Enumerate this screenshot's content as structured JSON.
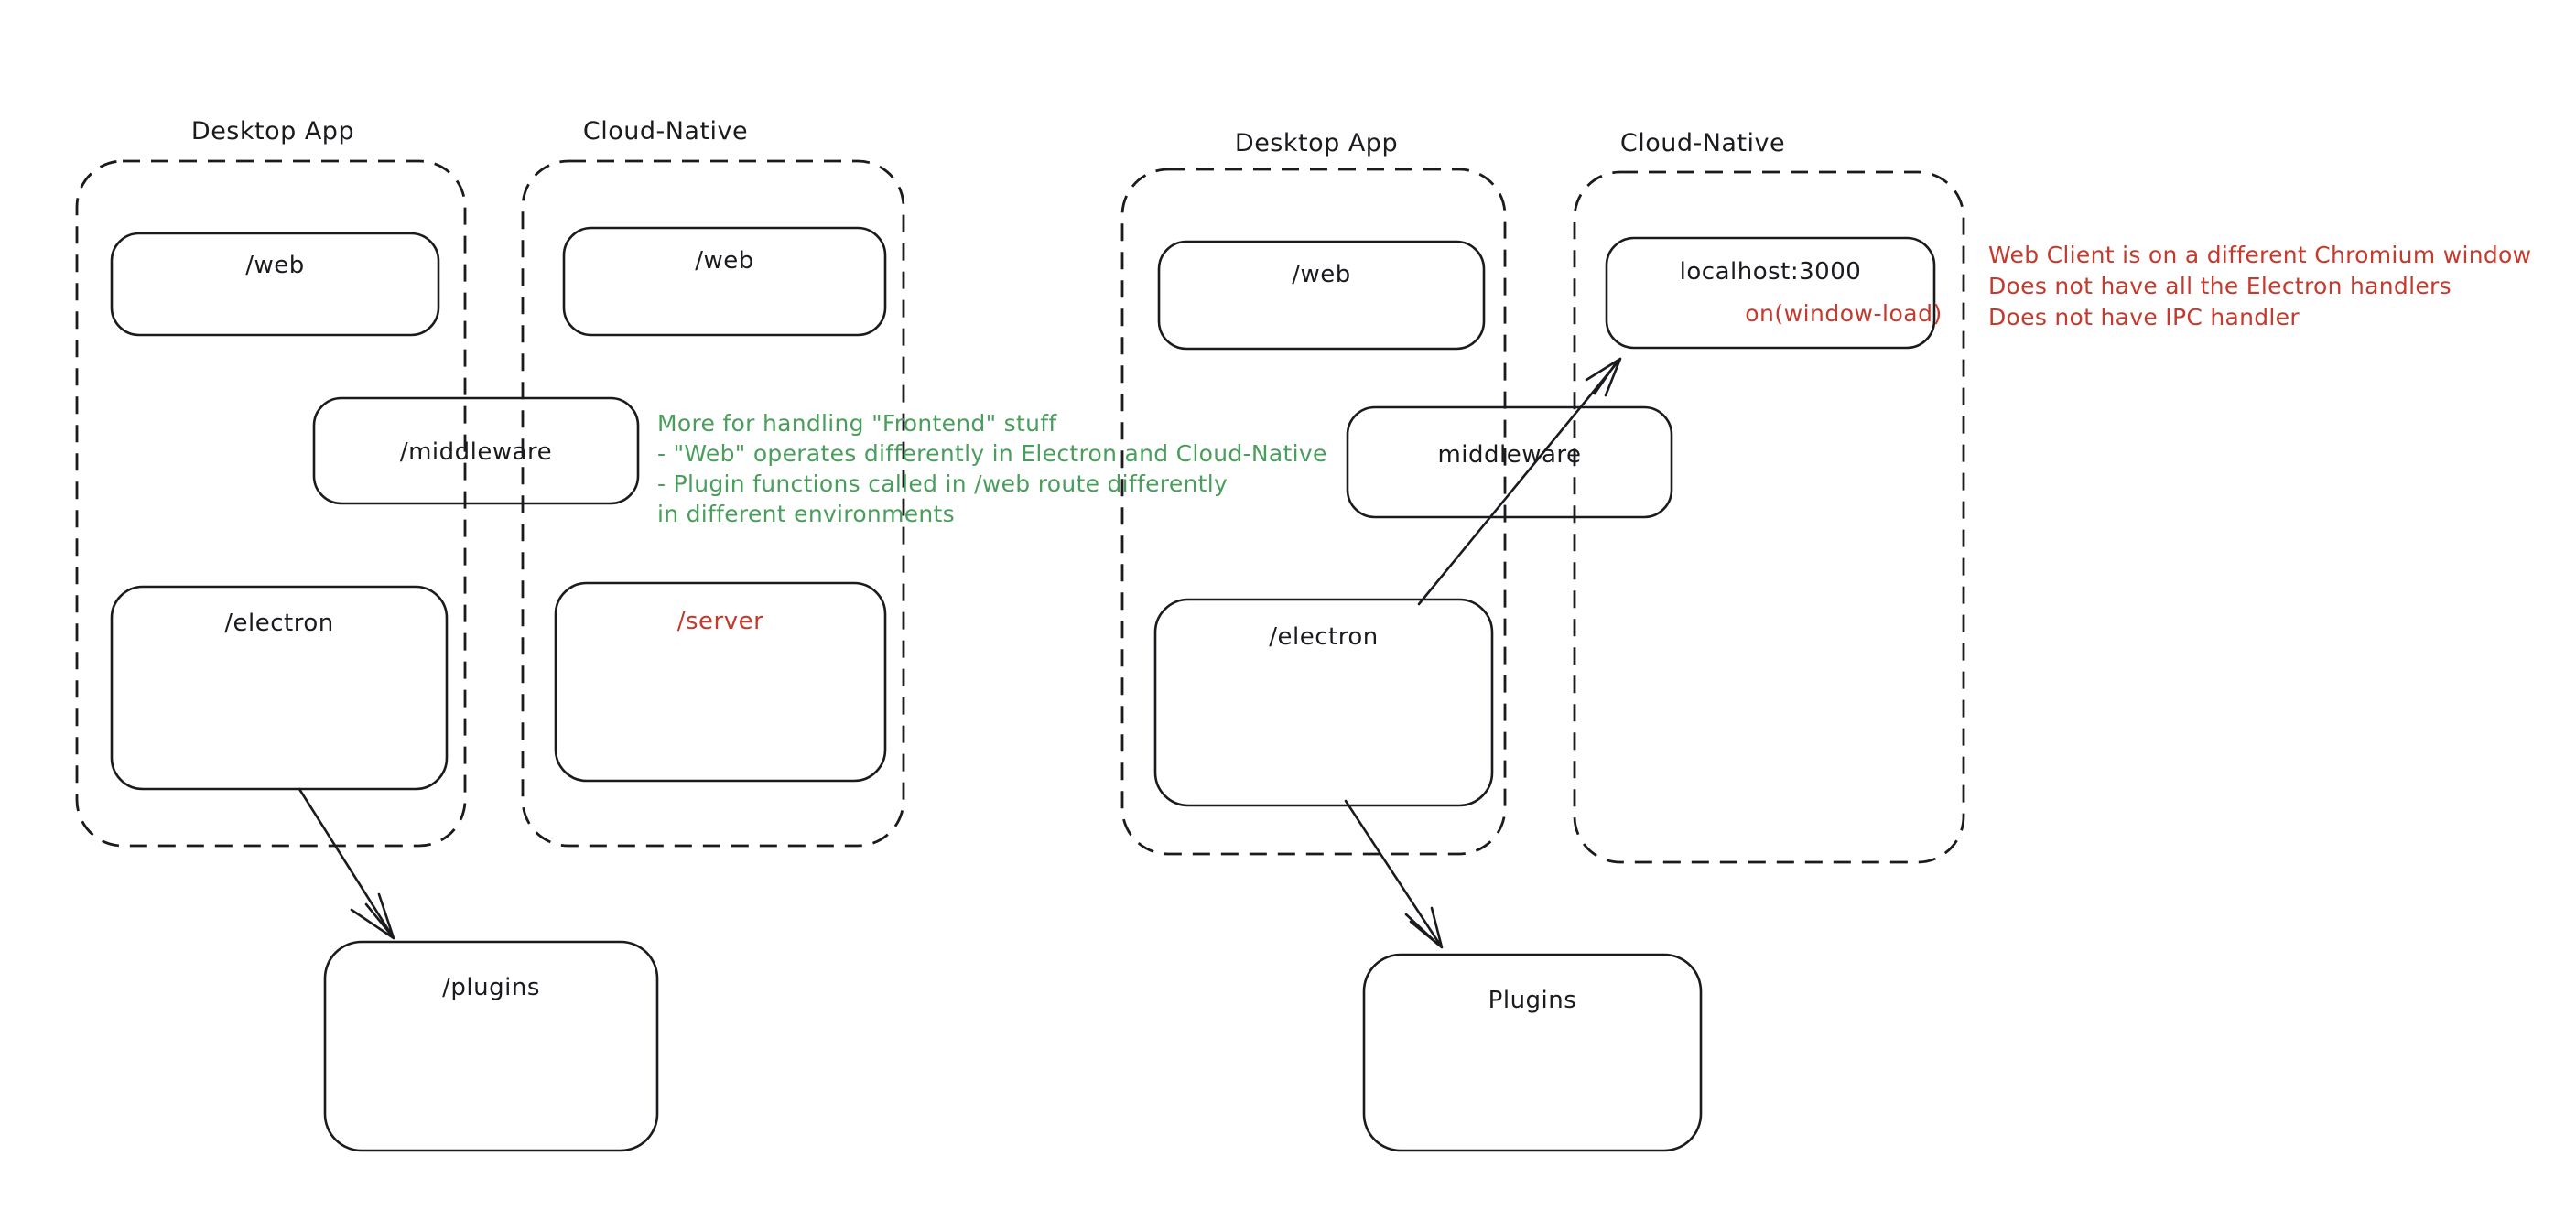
{
  "colors": {
    "ink": "#1b1b1f",
    "annotation_green": "#4a9e5c",
    "annotation_red": "#c43a2d",
    "background": "#ffffff"
  },
  "left_diagram": {
    "desktop_container": {
      "title": "Desktop App",
      "web_box": "/web",
      "electron_box": "/electron"
    },
    "cloud_container": {
      "title": "Cloud-Native",
      "web_box": "/web",
      "server_box": "/server"
    },
    "middleware_box": "/middleware",
    "plugins_box": "/plugins"
  },
  "right_diagram": {
    "desktop_container": {
      "title": "Desktop App",
      "web_box": "/web",
      "electron_box": "/electron"
    },
    "cloud_container": {
      "title": "Cloud-Native",
      "localhost_box": "localhost:3000",
      "localhost_event": "on(window-load)"
    },
    "middleware_box": "middleware",
    "plugins_box": "Plugins"
  },
  "annotations": {
    "green_note": {
      "color": "#4a9e5c",
      "lines": [
        "More for handling \"Frontend\" stuff",
        "- \"Web\" operates differently in Electron and Cloud-Native",
        "- Plugin functions called in /web route differently",
        "in different environments"
      ]
    },
    "red_note": {
      "color": "#c43a2d",
      "lines": [
        "Web Client is on a different Chromium window",
        "Does not have all the Electron handlers",
        "Does not have IPC handler"
      ]
    }
  }
}
